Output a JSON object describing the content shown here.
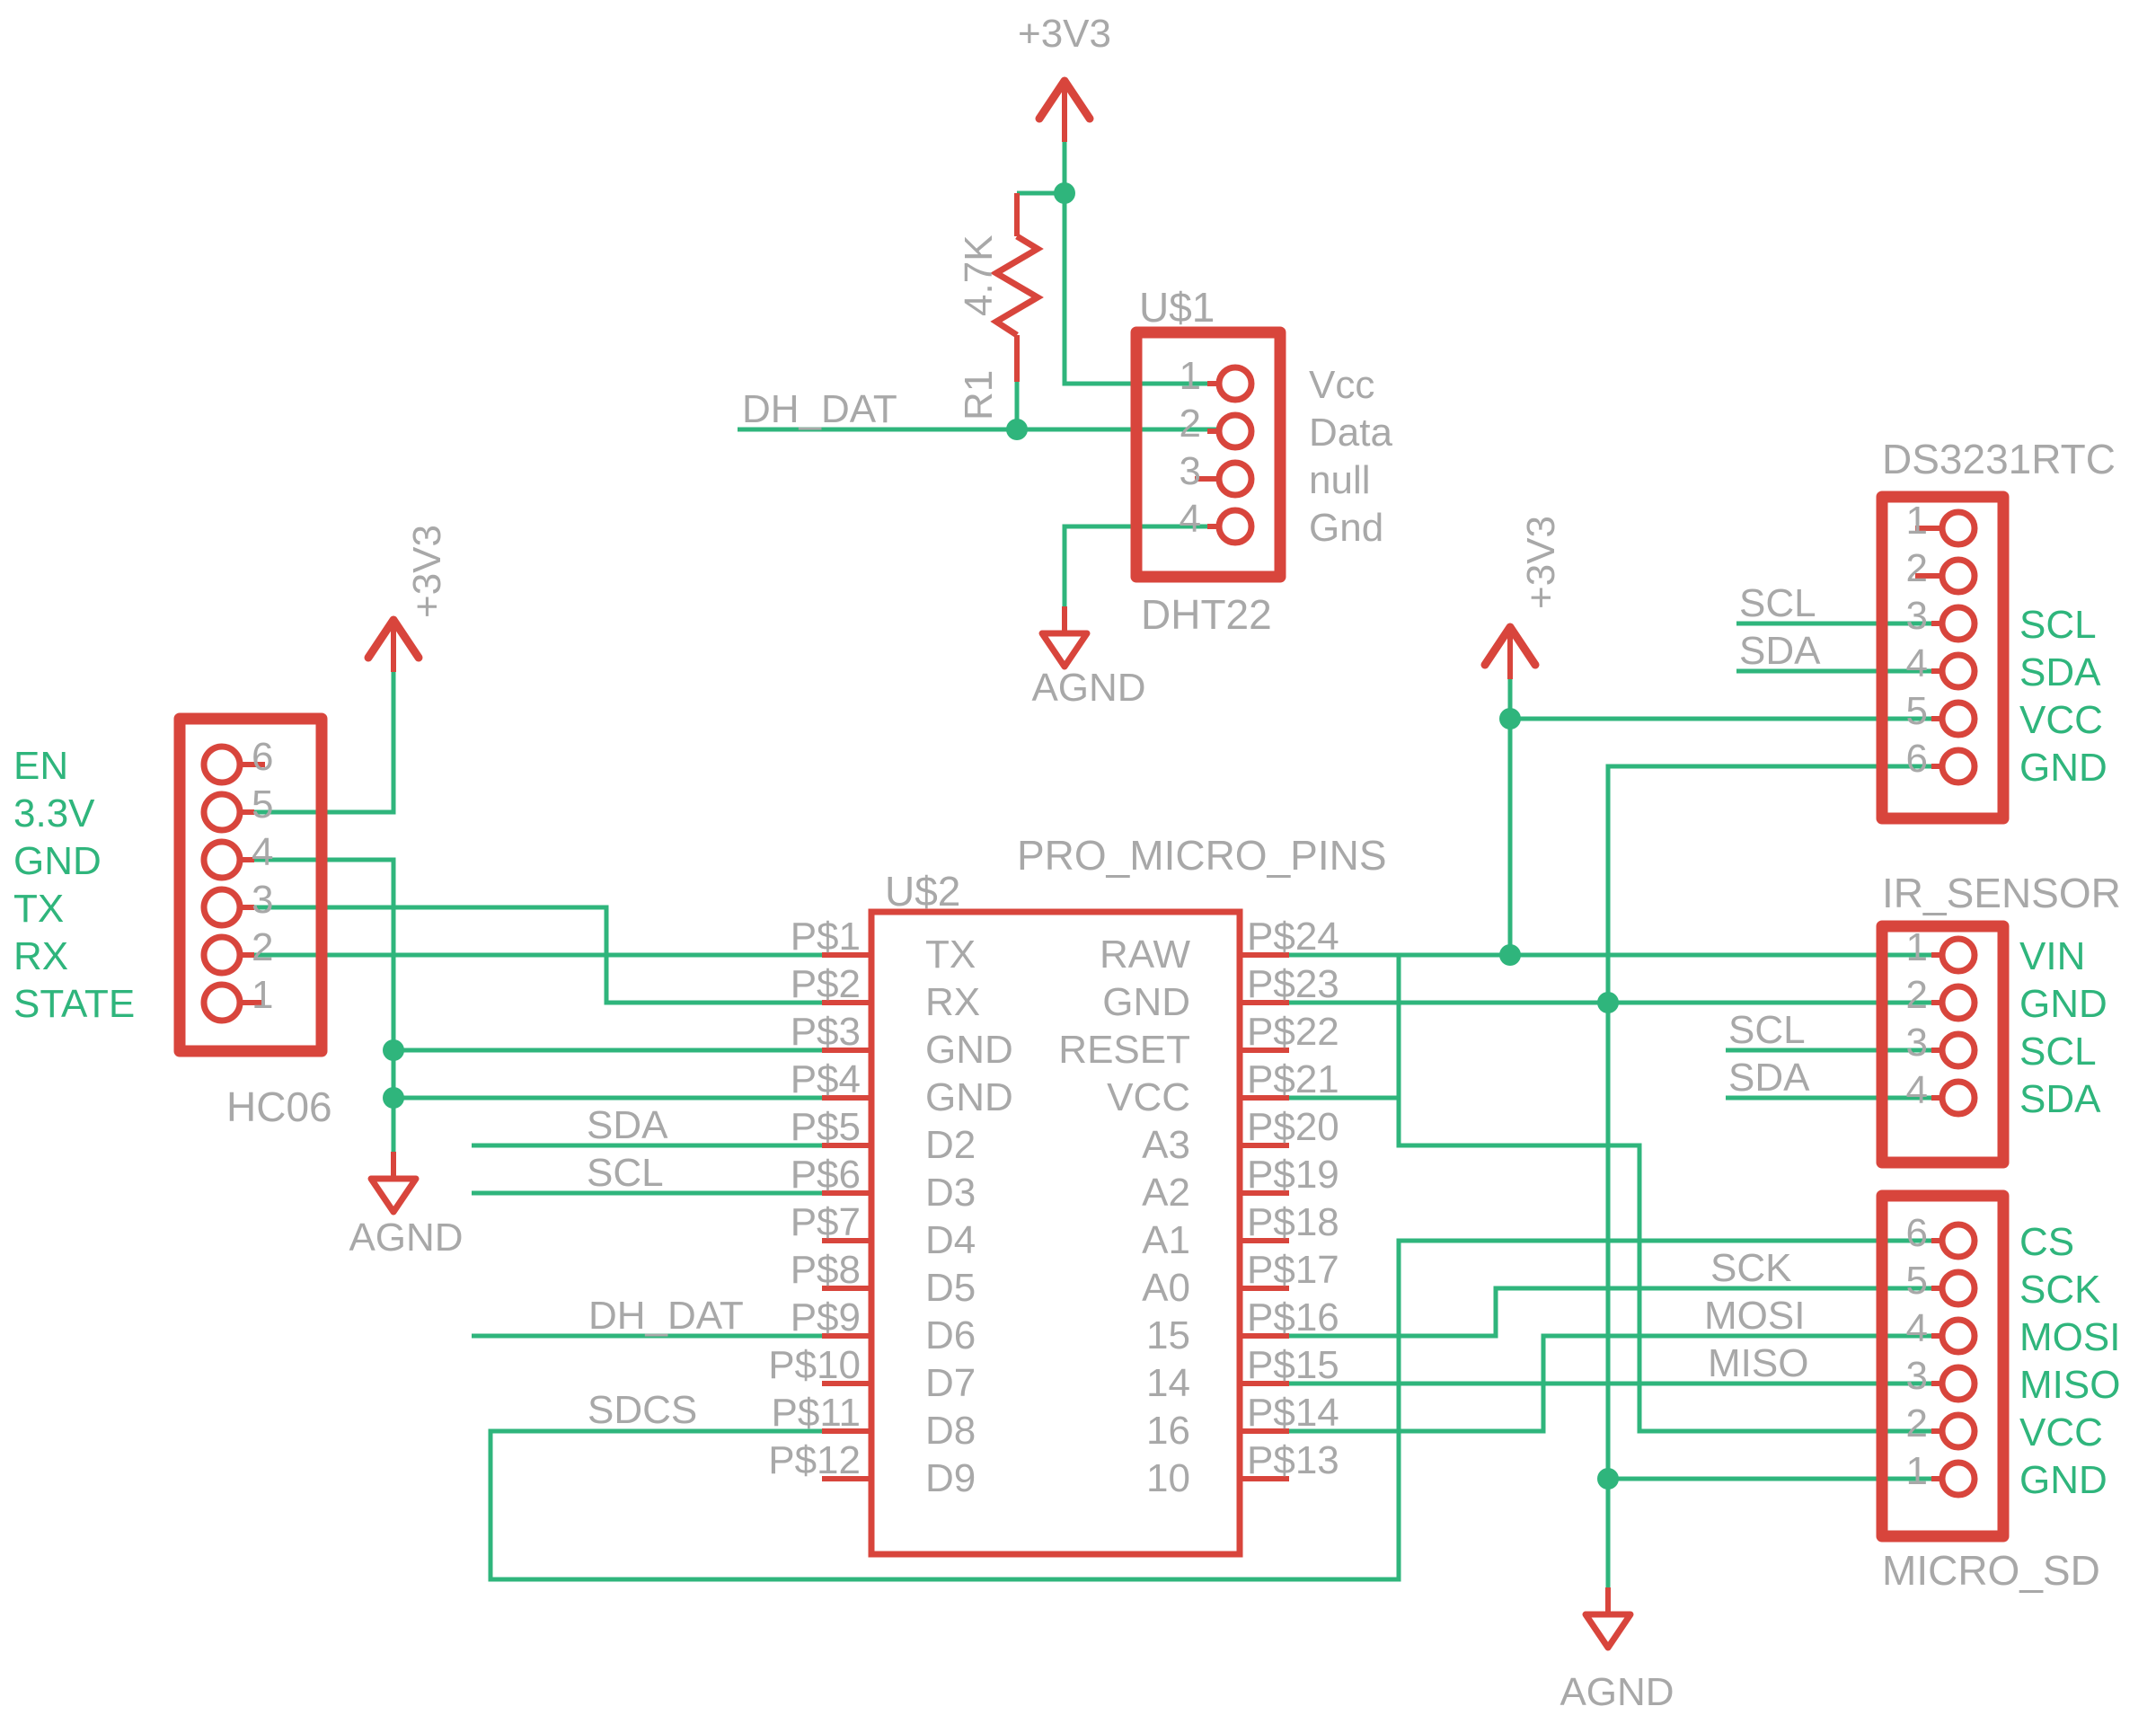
{
  "colors": {
    "wire_green": "#2fb57c",
    "symbol_red": "#d8453c",
    "text_gray": "#a8a8a8"
  },
  "power": {
    "v33_top": "+3V3",
    "v33_left": "+3V3",
    "v33_mid": "+3V3",
    "agnd_top": "AGND",
    "agnd_left": "AGND",
    "agnd_bottom": "AGND"
  },
  "resistor": {
    "ref": "R1",
    "value": "4.7K"
  },
  "net_labels": {
    "dh_dat_top": "DH_DAT",
    "sda": "SDA",
    "scl": "SCL",
    "dh_dat": "DH_DAT",
    "sdcs": "SDCS",
    "ds_scl": "SCL",
    "ds_sda": "SDA",
    "ir_scl": "SCL",
    "ir_sda": "SDA",
    "sd_sck": "SCK",
    "sd_mosi": "MOSI",
    "sd_miso": "MISO"
  },
  "dht22": {
    "ref": "U$1",
    "name": "DHT22",
    "pin_numbers": [
      "1",
      "2",
      "3",
      "4"
    ],
    "pin_labels": [
      "Vcc",
      "Data",
      "null",
      "Gnd"
    ]
  },
  "hc06": {
    "name": "HC06",
    "pin_numbers": [
      "6",
      "5",
      "4",
      "3",
      "2",
      "1"
    ],
    "pin_labels": [
      "EN",
      "3.3V",
      "GND",
      "TX",
      "RX",
      "STATE"
    ]
  },
  "pro_micro": {
    "ref": "U$2",
    "title": "PRO_MICRO_PINS",
    "left_pads": [
      "P$1",
      "P$2",
      "P$3",
      "P$4",
      "P$5",
      "P$6",
      "P$7",
      "P$8",
      "P$9",
      "P$10",
      "P$11",
      "P$12"
    ],
    "left_names": [
      "TX",
      "RX",
      "GND",
      "GND",
      "D2",
      "D3",
      "D4",
      "D5",
      "D6",
      "D7",
      "D8",
      "D9"
    ],
    "right_pads": [
      "P$24",
      "P$23",
      "P$22",
      "P$21",
      "P$20",
      "P$19",
      "P$18",
      "P$17",
      "P$16",
      "P$15",
      "P$14",
      "P$13"
    ],
    "right_names": [
      "RAW",
      "GND",
      "RESET",
      "VCC",
      "A3",
      "A2",
      "A1",
      "A0",
      "15",
      "14",
      "16",
      "10"
    ]
  },
  "ds3231": {
    "title": "DS3231RTC",
    "pin_numbers": [
      "1",
      "2",
      "3",
      "4",
      "5",
      "6"
    ],
    "right_labels": [
      "SCL",
      "SDA",
      "VCC",
      "GND"
    ]
  },
  "ir_sensor": {
    "title": "IR_SENSOR",
    "pin_numbers": [
      "1",
      "2",
      "3",
      "4"
    ],
    "right_labels": [
      "VIN",
      "GND",
      "SCL",
      "SDA"
    ]
  },
  "micro_sd": {
    "title": "MICRO_SD",
    "pin_numbers": [
      "6",
      "5",
      "4",
      "3",
      "2",
      "1"
    ],
    "right_labels": [
      "CS",
      "SCK",
      "MOSI",
      "MISO",
      "VCC",
      "GND"
    ]
  }
}
